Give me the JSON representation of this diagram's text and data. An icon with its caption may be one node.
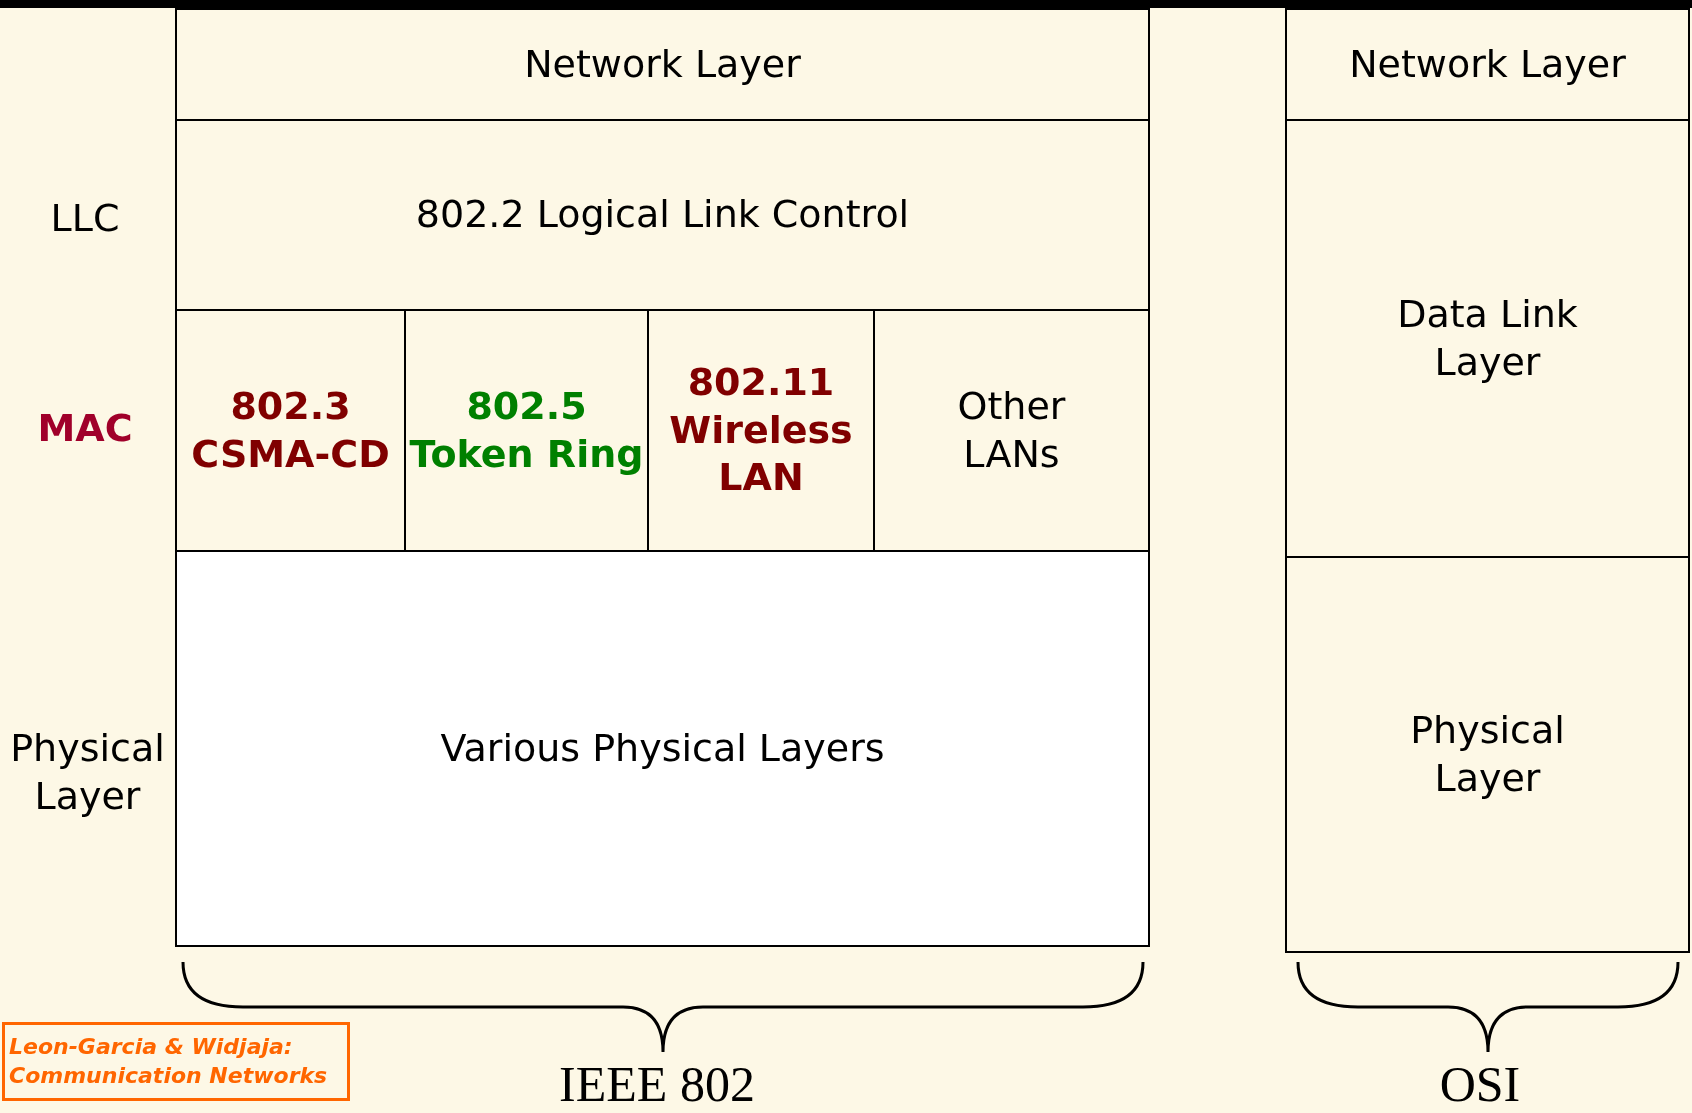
{
  "diagram": {
    "nodes": [
      {
        "text": [
          "Network Layer"
        ]
      },
      {
        "text": [
          "802.2  Logical Link Control"
        ]
      },
      {
        "text": [
          "802.3",
          "CSMA-CD"
        ]
      },
      {
        "text": [
          "802.5",
          "Token Ring"
        ]
      },
      {
        "text": [
          "802.11",
          "Wireless LAN"
        ]
      },
      {
        "text": [
          "Other LANs"
        ]
      },
      {
        "text": [
          "Various Physical Layers"
        ]
      },
      {
        "text": [
          "Network Layer"
        ]
      },
      {
        "text": [
          "Data Link Layer"
        ]
      },
      {
        "text": [
          "Physical Layer"
        ]
      }
    ],
    "labels": [
      "LLC",
      "MAC",
      "Physical Layer",
      "IEEE 802",
      "OSI",
      "Leon-Garcia & Widjaja: Communication Networks"
    ]
  }
}
